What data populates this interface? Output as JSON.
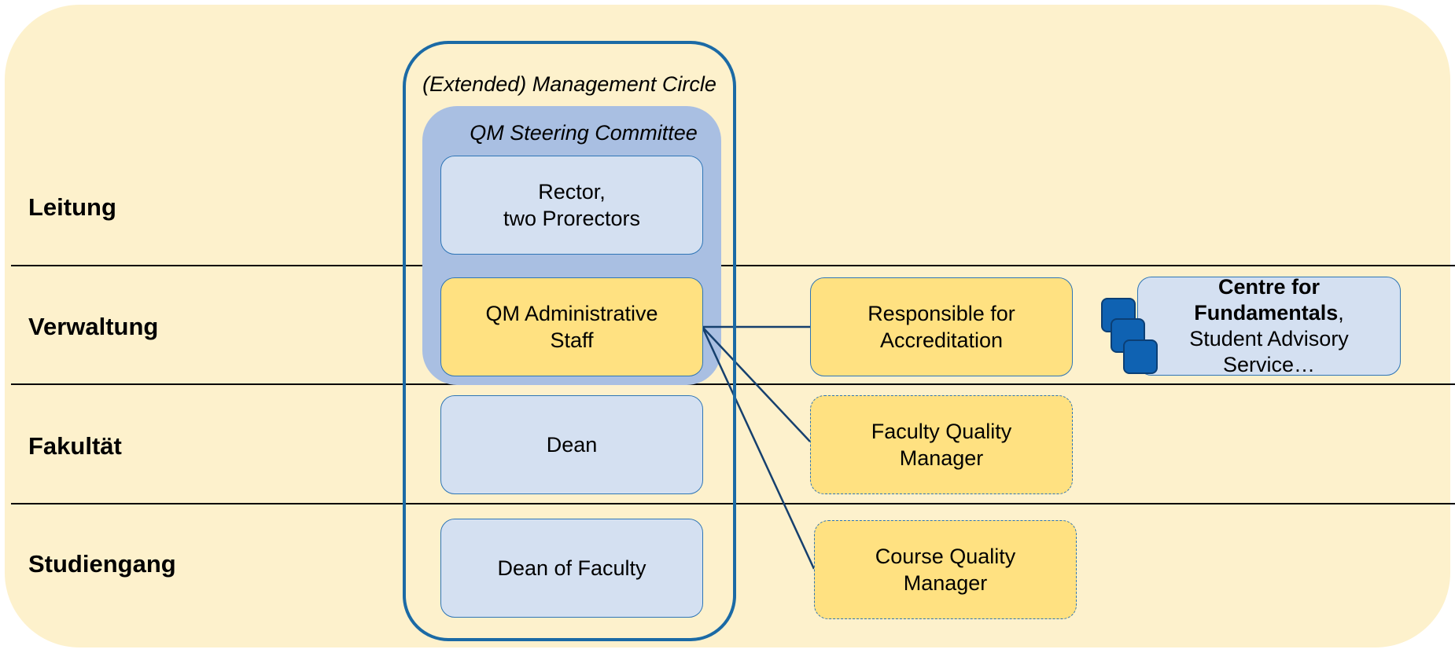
{
  "lanes": {
    "leitung": "Leitung",
    "verwaltung": "Verwaltung",
    "fakultaet": "Fakultät",
    "studiengang": "Studiengang"
  },
  "management_circle": {
    "title": "(Extended) Management Circle"
  },
  "steering_committee": {
    "title": "QM Steering Committee"
  },
  "boxes": {
    "rector": {
      "line1": "Rector,",
      "line2": "two Prorectors"
    },
    "qm_admin": {
      "line1": "QM Administrative",
      "line2": "Staff"
    },
    "dean": {
      "line1": "Dean"
    },
    "dean_faculty": {
      "line1": "Dean of Faculty"
    },
    "accreditation": {
      "line1": "Responsible for",
      "line2": "Accreditation"
    },
    "faculty_qm": {
      "line1": "Faculty Quality",
      "line2": "Manager"
    },
    "course_qm": {
      "line1": "Course Quality",
      "line2": "Manager"
    },
    "centre": {
      "bold1": "Centre for",
      "bold2": "Fundamentals",
      "comma": ",",
      "line3": "Student Advisory",
      "line4": "Service…"
    }
  },
  "colors": {
    "background": "#fdf1cc",
    "circle_border": "#1b6aa5",
    "steering_fill": "#a9bfe2",
    "box_blue": "#d4e0f1",
    "box_yellow": "#ffe181",
    "stack_icon": "#0f62b2",
    "connector": "#16406e"
  },
  "icons": {
    "stack": "stacked-squares-icon"
  }
}
